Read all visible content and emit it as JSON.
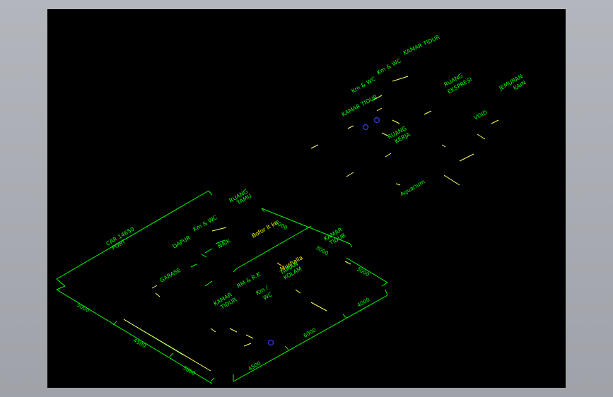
{
  "colors": {
    "background": "#000000",
    "frame": "#a9acb2",
    "line_green": "#00ff00",
    "line_yellow": "#ffff66",
    "text_yellow": "#ffff00",
    "marker_blue": "#3333cc"
  },
  "upper_plan": {
    "kamar_tidur_top": "KAMAR TIDUR",
    "km_wc_1": "Km & WC",
    "km_wc_2": "Km & WC",
    "ruang_ekspresi_1": "RUANG",
    "ruang_ekspresi_2": "EKSPRESI",
    "jemuran_1": "JEMURAN",
    "jemuran_2": "KAIN",
    "kamar_tidur_left": "KAMAR TIDUR",
    "void": "VOID",
    "ruang_kerja_1": "RUANG",
    "ruang_kerja_2": "KERJA",
    "aquarium": "Aquarium"
  },
  "lower_plan": {
    "ruang_tamu_1": "RUANG",
    "ruang_tamu_2": "TAMU",
    "car_port_1": "CAR  14650",
    "car_port_2": "PORT",
    "dapur": "DAPUR",
    "km_wc": "Km & WC",
    "naik": "NAIK",
    "bofor": "Bofor lt ke",
    "kamar_tidur_right_1": "KAMAR",
    "kamar_tidur_right_2": "TIDUR",
    "garase": "GARASE",
    "rm_rk": "RM & R.K",
    "mushola_1": "Mushalla",
    "mushola_2": "TAMAN",
    "mushola_3": "KOLAM",
    "kamar_tidur_bottom_1": "KAMAR",
    "kamar_tidur_bottom_2": "TIDUR",
    "km_wc_bottom_1": "Km /",
    "km_wc_bottom_2": "WC"
  },
  "dimensions": {
    "d_left": "5000",
    "d_mid_left": "4500",
    "d_bottom_left": "3000",
    "d_bottom_1": "4500",
    "d_bottom_2": "6000",
    "d_bottom_3": "4000",
    "d_right_1": "3000",
    "d_right_2": "3000",
    "d_top": "3000"
  }
}
